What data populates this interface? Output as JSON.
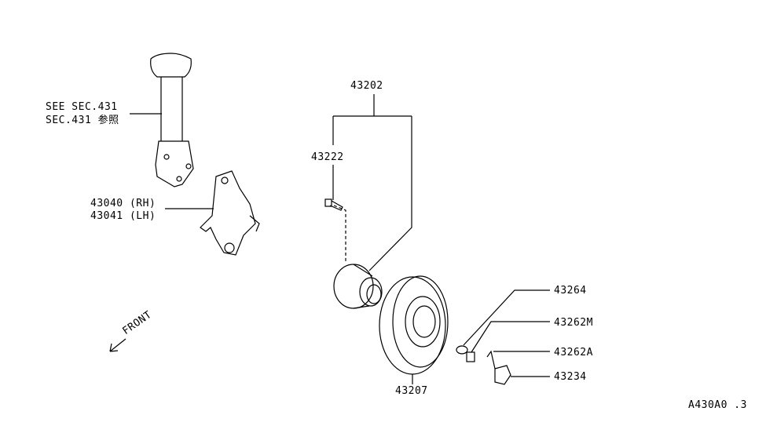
{
  "labels": {
    "see_sec_1": "SEE SEC.431",
    "see_sec_2": "SEC.431 参照",
    "knuckle_rh": "43040 (RH)",
    "knuckle_lh": "43041 (LH)",
    "hub_assy": "43202",
    "bolt": "43222",
    "rotor": "43207",
    "washer": "43264",
    "nut_m": "43262M",
    "nut_a": "43262A",
    "cap": "43234",
    "front": "FRONT",
    "diagram_code": "A430A0 .3"
  }
}
